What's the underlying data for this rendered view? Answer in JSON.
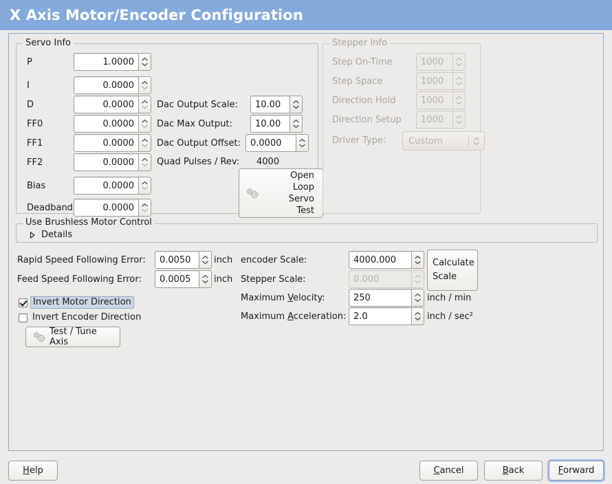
{
  "window": {
    "title": "X Axis Motor/Encoder Configuration",
    "title_bar_color": "#84aadc",
    "background_color": "#edebe9",
    "content_border_color": "#8ba6c9"
  },
  "servo_info": {
    "legend": "Servo Info",
    "rows": [
      {
        "label": "P",
        "value": "1.0000"
      },
      {
        "label": "I",
        "value": "0.0000"
      },
      {
        "label": "D",
        "value": "0.0000"
      },
      {
        "label": "FF0",
        "value": "0.0000"
      },
      {
        "label": "FF1",
        "value": "0.0000"
      },
      {
        "label": "FF2",
        "value": "0.0000"
      },
      {
        "label": "Bias",
        "value": "0.0000"
      },
      {
        "label": "Deadband",
        "value": "0.0000"
      }
    ],
    "dac": {
      "output_scale_label": "Dac Output Scale:",
      "output_scale_value": "10.00",
      "max_output_label": "Dac Max Output:",
      "max_output_value": "10.00",
      "output_offset_label": "Dac Output Offset:",
      "output_offset_value": "0.0000"
    },
    "quad_pulses_label": "Quad Pulses / Rev:",
    "quad_pulses_value": "4000",
    "open_loop_button": {
      "line1": "Open",
      "line2": "Loop",
      "line3": "Servo",
      "line4": "Test",
      "icon": "gears-icon"
    }
  },
  "stepper_info": {
    "legend": "Stepper Info",
    "enabled": false,
    "rows": [
      {
        "label": "Step On-Time",
        "value": "1000"
      },
      {
        "label": "Step Space",
        "value": "1000"
      },
      {
        "label": "Direction Hold",
        "value": "1000"
      },
      {
        "label": "Direction Setup",
        "value": "1000"
      }
    ],
    "driver_type_label": "Driver Type:",
    "driver_type_value": "Custom"
  },
  "brushless": {
    "checkbox_label": "Use Brushless Motor Control",
    "checked": false,
    "details_label": "Details",
    "details_expanded": false
  },
  "following_error": {
    "rapid_label": "Rapid Speed Following Error:",
    "rapid_value": "0.0050",
    "rapid_unit": "inch",
    "feed_label": "Feed Speed Following Error:",
    "feed_value": "0.0005",
    "feed_unit": "inch"
  },
  "inverts": {
    "motor_label": "Invert Motor Direction",
    "motor_checked": true,
    "motor_focused": true,
    "encoder_label": "Invert Encoder Direction",
    "encoder_checked": false
  },
  "test_tune": {
    "label": "Test / Tune Axis",
    "icon": "gears-icon"
  },
  "scales": {
    "encoder_label": "encoder Scale:",
    "encoder_value": "4000.000",
    "encoder_enabled": true,
    "stepper_label": "Stepper Scale:",
    "stepper_value": "0.000",
    "stepper_enabled": false,
    "calculate_button_line1": "Calculate",
    "calculate_button_line2": "Scale",
    "max_velocity_label_pre": "Maximum ",
    "max_velocity_label_mn": "V",
    "max_velocity_label_post": "elocity:",
    "max_velocity_value": "250",
    "max_velocity_unit": "inch / min",
    "max_accel_label_pre": "Maximum ",
    "max_accel_label_mn": "A",
    "max_accel_label_post": "cceleration:",
    "max_accel_value": "2.0",
    "max_accel_unit": "inch / sec²"
  },
  "footer": {
    "help_pre": "",
    "help_mn": "H",
    "help_post": "elp",
    "cancel_pre": "",
    "cancel_mn": "C",
    "cancel_post": "ancel",
    "back_pre": "",
    "back_mn": "B",
    "back_post": "ack",
    "forward_pre": "",
    "forward_mn": "F",
    "forward_post": "orward",
    "forward_focused": true
  }
}
